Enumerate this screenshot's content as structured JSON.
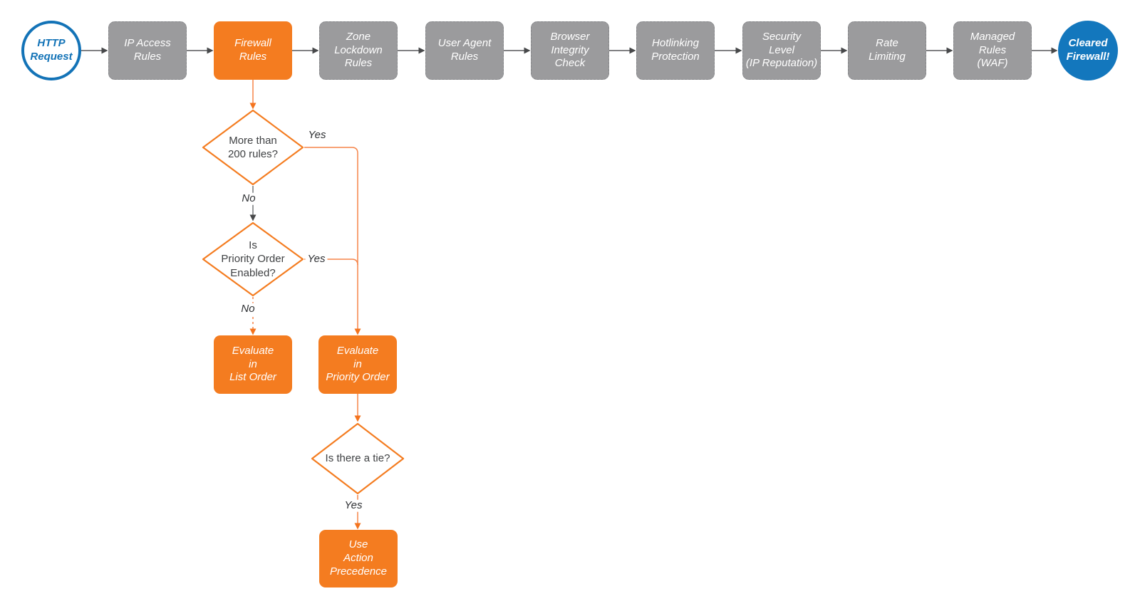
{
  "flow": {
    "start": "HTTP\nRequest",
    "stages": [
      "IP Access\nRules",
      "Firewall\nRules",
      "Zone\nLockdown\nRules",
      "User Agent\nRules",
      "Browser\nIntegrity\nCheck",
      "Hotlinking\nProtection",
      "Security\nLevel\n(IP Reputation)",
      "Rate\nLimiting",
      "Managed\nRules\n(WAF)"
    ],
    "end": "Cleared\nFirewall!",
    "decisions": {
      "rules_count": "More than\n200 rules?",
      "priority_enabled": "Is\nPriority Order\nEnabled?",
      "tie": "Is there a tie?"
    },
    "actions": {
      "list_order": "Evaluate\nin\nList Order",
      "priority_order": "Evaluate\nin\nPriority Order",
      "action_precedence": "Use\nAction\nPrecedence"
    },
    "edge_labels": {
      "yes1": "Yes",
      "no1": "No",
      "yes2": "Yes",
      "no2": "No",
      "yes3": "Yes"
    }
  },
  "colors": {
    "orange": "#f47c20",
    "gray_node": "#9b9b9d",
    "blue_outline": "#1373b7",
    "blue_fill": "#1377bd",
    "connector_gray": "#58595b",
    "connector_orange": "#f58449"
  }
}
